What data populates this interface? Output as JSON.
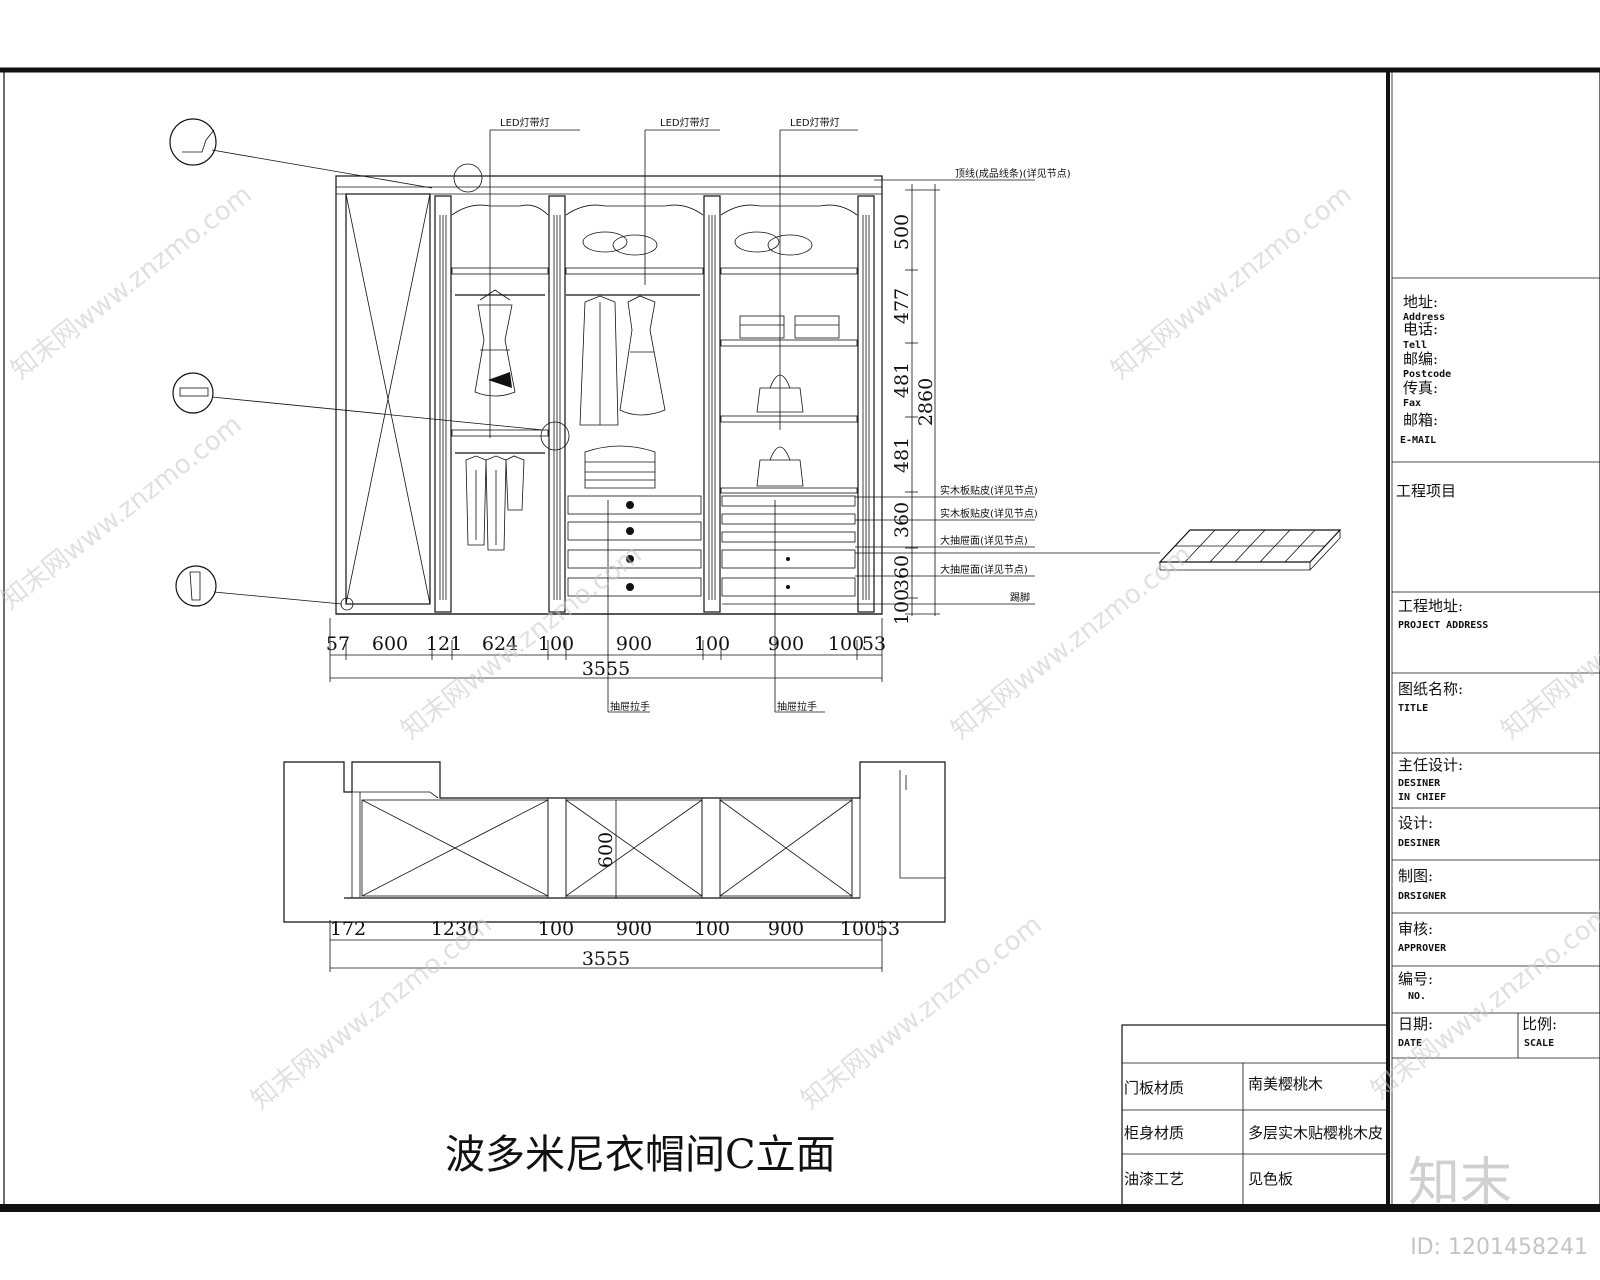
{
  "drawing": {
    "title": "波多米尼衣帽间C立面",
    "elevation": {
      "leader_labels_top": [
        "LED灯带灯",
        "LED灯带灯",
        "LED灯带灯"
      ],
      "leader_labels_right": [
        "顶线(成品线条)(详见节点)",
        "实木板贴皮(详见节点)",
        "实木板贴皮(详见节点)",
        "大抽屉面(详见节点)",
        "大抽屉面(详见节点)",
        "踢脚"
      ],
      "leader_labels_bottom": [
        "抽屉拉手",
        "抽屉拉手"
      ],
      "vertical_dims": [
        "500",
        "477",
        "481",
        "481",
        "360",
        "360",
        "100"
      ],
      "vertical_total": "2860",
      "horizontal_dims": [
        "57",
        "600",
        "121",
        "624",
        "100",
        "900",
        "100",
        "900",
        "100",
        "53"
      ],
      "horizontal_total": "3555"
    },
    "plan": {
      "depth": "600",
      "horizontal_dims": [
        "172",
        "1230",
        "100",
        "900",
        "100",
        "900",
        "100",
        "53"
      ],
      "horizontal_total": "3555"
    }
  },
  "title_block": {
    "contact": [
      {
        "cn": "地址:",
        "en": "Address"
      },
      {
        "cn": "电话:",
        "en": "Tell"
      },
      {
        "cn": "邮编:",
        "en": "Postcode"
      },
      {
        "cn": "传真:",
        "en": "Fax"
      },
      {
        "cn": "邮箱:",
        "en": "E-MAIL"
      }
    ],
    "project": "工程项目",
    "project_address": {
      "cn": "工程地址:",
      "en": "PROJECT ADDRESS"
    },
    "drawing_name": {
      "cn": "图纸名称:",
      "en": "TITLE"
    },
    "chief": {
      "cn": "主任设计:",
      "en1": "DESINER",
      "en2": "IN CHIEF"
    },
    "designer": {
      "cn": "设计:",
      "en": "DESINER"
    },
    "drafter": {
      "cn": "制图:",
      "en": "DRSIGNER"
    },
    "approver": {
      "cn": "审核:",
      "en": "APPROVER"
    },
    "number": {
      "cn": "编号:",
      "en": "NO."
    },
    "date": {
      "cn": "日期:",
      "en": "DATE"
    },
    "scale": {
      "cn": "比例:",
      "en": "SCALE"
    }
  },
  "materials": [
    {
      "label": "门板材质",
      "value": "南美樱桃木"
    },
    {
      "label": "柜身材质",
      "value": "多层实木贴樱桃木皮"
    },
    {
      "label": "油漆工艺",
      "value": "见色板"
    }
  ],
  "watermark": {
    "text": "知末网www.znzmo.com",
    "brand": "知末",
    "image_id": "ID: 1201458241"
  }
}
